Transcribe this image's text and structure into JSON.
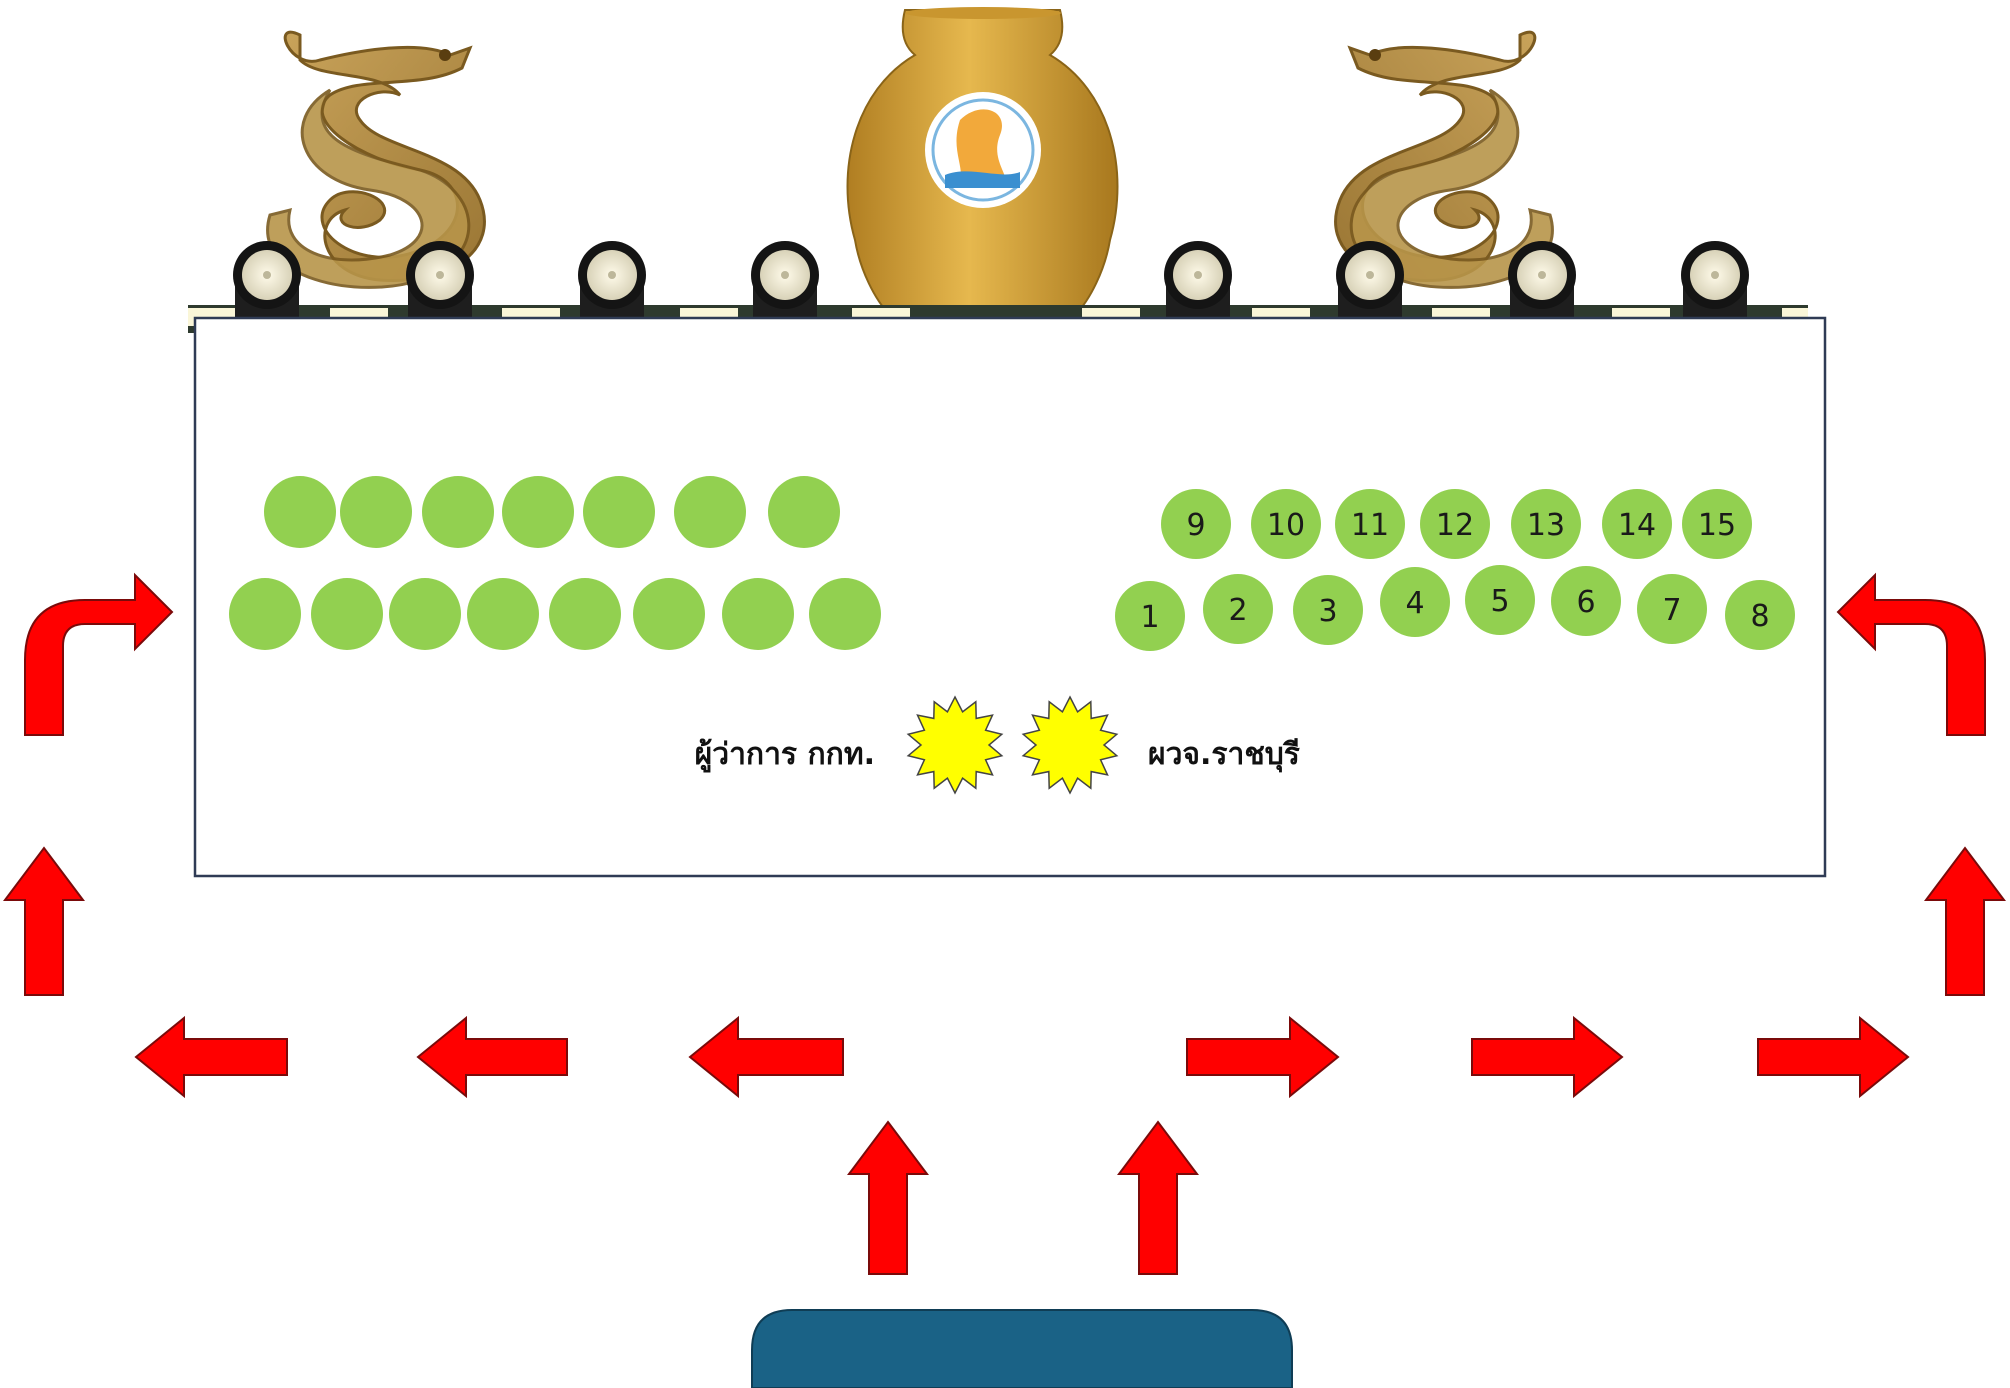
{
  "colors": {
    "seat": "#92D050",
    "star": "#FFFF00",
    "arrow": "#FF0000",
    "podium": "#1A6286",
    "jar": "#D4A43A",
    "dragon": "#B8954A"
  },
  "vip": {
    "left_label": "ผู้ว่าการ กกท.",
    "right_label": "ผวจ.ราชบุรี"
  },
  "seats_right": {
    "back_row": [
      "9",
      "10",
      "11",
      "12",
      "13",
      "14",
      "15"
    ],
    "front_row": [
      "1",
      "2",
      "3",
      "4",
      "5",
      "6",
      "7",
      "8"
    ]
  },
  "seats_left": {
    "back_count": 7,
    "front_count": 8
  },
  "icons": {
    "dragon": "dragon-icon",
    "jar": "ceremonial-jar-icon",
    "spotlight": "spotlight-icon",
    "star": "star-burst-icon",
    "arrow": "direction-arrow-icon"
  }
}
